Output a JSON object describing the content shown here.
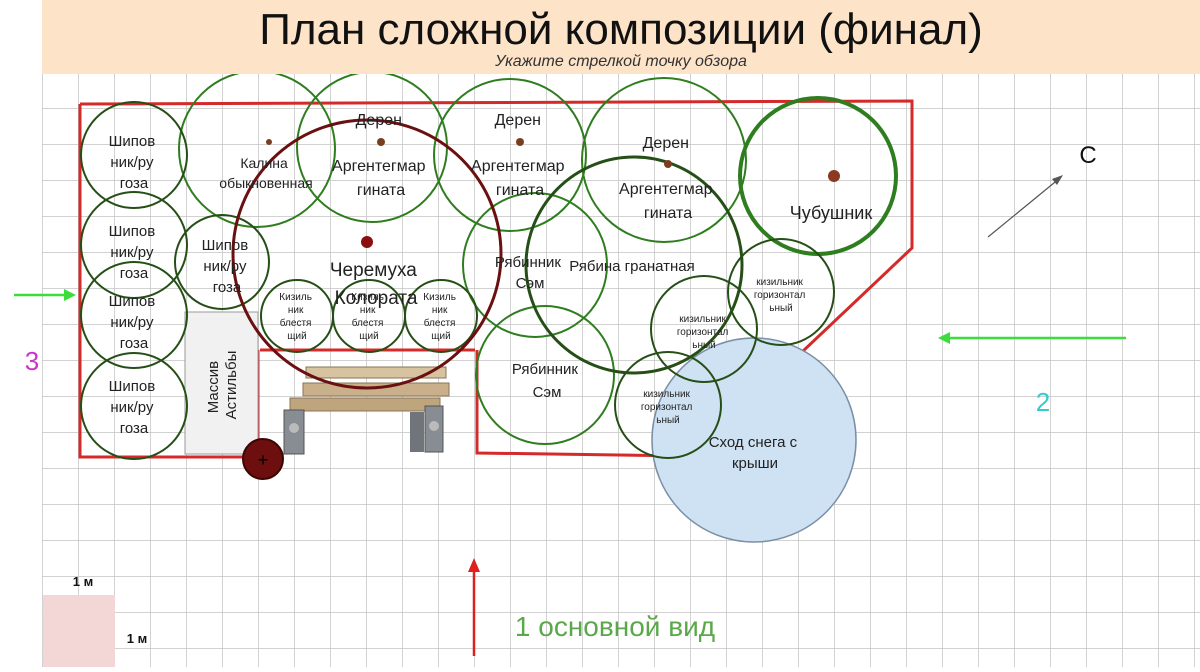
{
  "title": "План сложной композиции (финал)",
  "subtitle": "Укажите стрелкой точку обзора",
  "plants": {
    "shipovnik_1": [
      "Шипов",
      "ник/ру",
      "гоза"
    ],
    "shipovnik_2": [
      "Шипов",
      "ник/ру",
      "гоза"
    ],
    "shipovnik_3": [
      "Шипов",
      "ник/ру",
      "гоза"
    ],
    "shipovnik_4": [
      "Шипов",
      "ник/ру",
      "гоза"
    ],
    "shipovnik_5": [
      "Шипов",
      "ник/ру",
      "гоза"
    ],
    "kalina": [
      "Калина",
      "обыкновенная"
    ],
    "deren_1": [
      "Дерен",
      "Аргентегмар",
      "гината"
    ],
    "deren_2": [
      "Дерен",
      "Аргентегмар",
      "гината"
    ],
    "deren_3": [
      "Дерен",
      "Аргентегмар",
      "гината"
    ],
    "cheremukha": [
      "Черемуха",
      "Колората"
    ],
    "kizilnik_blest_1": [
      "Кизиль",
      "ник",
      "блестя",
      "щий"
    ],
    "kizilnik_blest_2": [
      "Кизиль",
      "ник",
      "блестя",
      "щий"
    ],
    "kizilnik_blest_3": [
      "Кизиль",
      "ник",
      "блестя",
      "щий"
    ],
    "chubushnik": "Чубушник",
    "ryabinnik_1": [
      "Рябинник",
      "Сэм"
    ],
    "ryabinnik_2": [
      "Рябинник",
      "Сэм"
    ],
    "ryabina": "Рябина гранатная",
    "kizilnik_gor_1": [
      "кизильник",
      "горизонтал",
      "ьный"
    ],
    "kizilnik_gor_2": [
      "кизильник",
      "горизонтал",
      "ьный"
    ],
    "kizilnik_gor_3": [
      "кизильник",
      "горизонтал",
      "ьный"
    ],
    "astilba": [
      "Массив",
      "Астильбы"
    ]
  },
  "snow": [
    "Сход снега с",
    "крыши"
  ],
  "north_label": "С",
  "views": {
    "view_1": "1 основной вид",
    "view_2": "2",
    "view_3": "3"
  },
  "scale": {
    "top": "1 м",
    "side": "1 м"
  },
  "colors": {
    "bed_outline": "#d42a2a",
    "light_green": "#2e7d1e",
    "dark_green": "#254f16",
    "dark_red": "#6a1010",
    "snow_fill": "#cfe2f3",
    "arrow_green": "#3ddc3d",
    "view3_color": "#cc33cc",
    "view2_color": "#33cccc",
    "view1_color": "#5aa84a"
  }
}
